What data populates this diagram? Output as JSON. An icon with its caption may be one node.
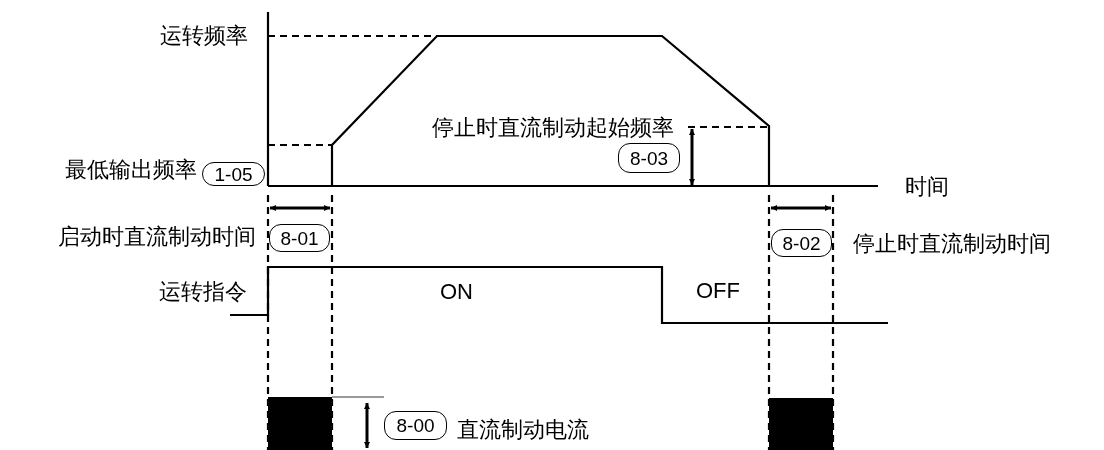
{
  "diagram": {
    "nodes": [
      {
        "text": [
          "1-05"
        ],
        "beside": [
          "最低输出频率"
        ]
      },
      {
        "text": [
          "8-03"
        ]
      },
      {
        "text": [
          "8-01"
        ],
        "beside": [
          "启动时直流制动时间"
        ]
      },
      {
        "text": [
          "8-02"
        ],
        "beside": [
          "停止时直流制动时间"
        ]
      },
      {
        "text": [
          "8-00"
        ],
        "beside": [
          "直流制动电流"
        ]
      }
    ],
    "labels": [
      "运转频率",
      "停止时直流制动起始频率",
      "时间",
      "运转指令",
      "ON",
      "OFF"
    ]
  }
}
